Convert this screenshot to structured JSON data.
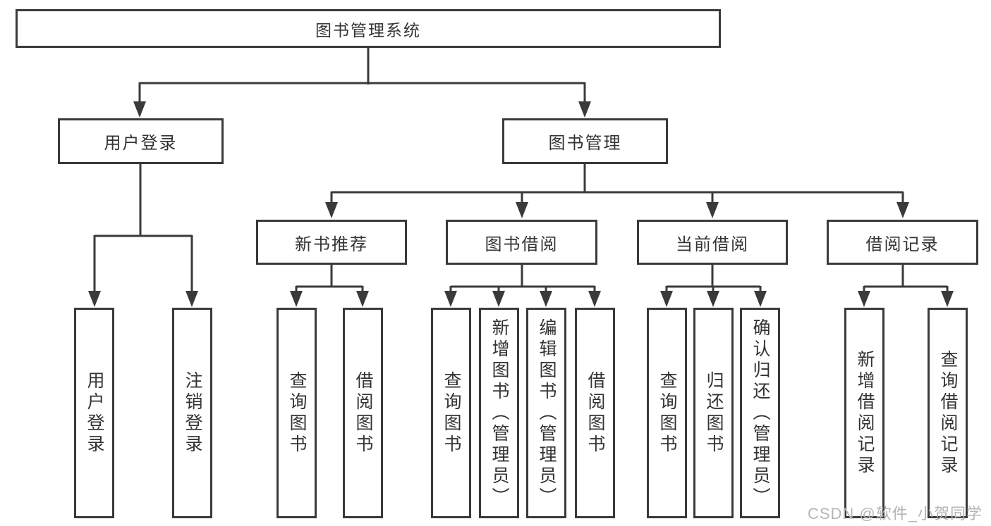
{
  "diagram": {
    "root": {
      "label": "图书管理系统"
    },
    "level2": [
      {
        "label": "用户登录"
      },
      {
        "label": "图书管理"
      }
    ],
    "level3": [
      {
        "label": "新书推荐",
        "parent": "图书管理"
      },
      {
        "label": "图书借阅",
        "parent": "图书管理"
      },
      {
        "label": "当前借阅",
        "parent": "图书管理"
      },
      {
        "label": "借阅记录",
        "parent": "图书管理"
      }
    ],
    "leaves": [
      {
        "label": "用户登录",
        "parent": "用户登录"
      },
      {
        "label": "注销登录",
        "parent": "用户登录"
      },
      {
        "label": "查询图书",
        "parent": "新书推荐"
      },
      {
        "label": "借阅图书",
        "parent": "新书推荐"
      },
      {
        "label": "查询图书",
        "parent": "图书借阅"
      },
      {
        "label": "新增图书（管理员）",
        "parent": "图书借阅"
      },
      {
        "label": "编辑图书（管理员）",
        "parent": "图书借阅"
      },
      {
        "label": "借阅图书",
        "parent": "图书借阅"
      },
      {
        "label": "查询图书",
        "parent": "当前借阅"
      },
      {
        "label": "归还图书",
        "parent": "当前借阅"
      },
      {
        "label": "确认归还（管理员）",
        "parent": "当前借阅"
      },
      {
        "label": "新增借阅记录",
        "parent": "借阅记录"
      },
      {
        "label": "查询借阅记录",
        "parent": "借阅记录"
      }
    ],
    "watermark": "CSDN @软件_小贺同学",
    "colors": {
      "line": "#3a3a3a",
      "box_border": "#3a3a3a",
      "text": "#333333",
      "watermark": "#b5b5b5",
      "background": "#ffffff"
    }
  }
}
